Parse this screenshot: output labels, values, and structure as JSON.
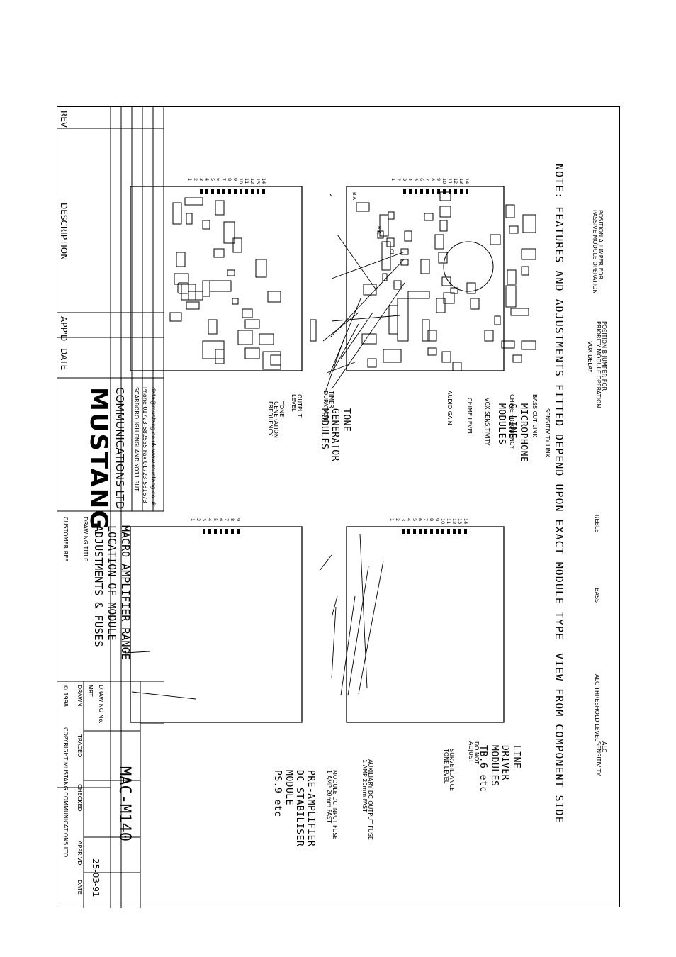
{
  "note": "NOTE:  FEATURES  AND  ADJUSTMENTS  FITTED  DEPEND  UPON  EXACT  MODULE  TYPE",
  "view": "VIEW  FROM  COMPONENT  SIDE",
  "modules": {
    "mic": {
      "title": [
        "MICROPHONE",
        "& LINE",
        "MODULES"
      ],
      "callouts": {
        "jumper_a": [
          "POSITION A JUMPER FOR",
          "PASSIVE MODULE OPERATION"
        ],
        "jumper_b": [
          "POSITION B JUMPER FOR",
          "PRIORITY MODULE OPERATION"
        ],
        "vox_delay": "VOX DELAY",
        "sensitivity_link": "SENSITIVITY LINK",
        "bass_cut_link": "BASS CUT LINK",
        "chime_frequency": "CHIME FREQUENCY",
        "vox_sensitivity": "VOX SENSITIVITY",
        "chime_level": "CHIME LEVEL",
        "audio_gain": "AUDIO GAIN"
      },
      "markers": {
        "a": "B A",
        "b": "B A",
        "c": "C1"
      }
    },
    "line": {
      "title": [
        "LINE",
        "DRIVER",
        "MODULES",
        "TB.6  etc"
      ],
      "callouts": {
        "treble": "TREBLE",
        "bass": "BASS",
        "alc_threshold": "ALC THRESHOLD LEVEL",
        "alc_sensitivity": [
          "ALC",
          "SENSITIVITY"
        ],
        "do_not_adjust": [
          "DO NOT",
          "ADJUST"
        ],
        "surveillance": [
          "SURVEILLANCE",
          "TONE LEVEL"
        ]
      }
    },
    "tone": {
      "title": [
        "TONE",
        "GENERATOR",
        "MODULES"
      ],
      "callouts": {
        "timer": [
          "TIMER",
          "DURATION"
        ],
        "output": [
          "OUTPUT",
          "LEVEL"
        ],
        "tone_freq": [
          "TONE",
          "GENERATION",
          "FREQUENCY"
        ]
      }
    },
    "pre": {
      "title": [
        "PRE-AMPLIFIER",
        "DC STABILISER",
        "MODULE",
        "PS.9  etc"
      ],
      "callouts": {
        "aux_fuse": [
          "AUXILIARY DC OUTPUT FUSE",
          "1 AMP 20mm FAST"
        ],
        "dc_input_fuse": [
          "MODULE DC INPUT FUSE",
          "1 AMP 20mm FAST"
        ]
      }
    }
  },
  "pins14": [
    "14",
    "13",
    "12",
    "11",
    "10",
    "9",
    "8",
    "7",
    "6",
    "5",
    "4",
    "3",
    "2",
    "1"
  ],
  "pins9": [
    "9",
    "8",
    "7",
    "6",
    "5",
    "4",
    "3",
    "2",
    "1"
  ],
  "title_block": {
    "rev": "REV",
    "description": "DESCRIPTION",
    "appd": "APP'D",
    "date": "DATE",
    "company_logo": "MUSTANG",
    "company": "COMMUNICATIONS LTD",
    "address": "SCARBOROUGH  ENGLAND  YO11 3UT",
    "phone": "Phone 01723-582555  Fax 01723-581673",
    "web": "data@mustang.co.uk   www.mustang.co.uk",
    "customer_ref": "CUSTOMER REF",
    "drawing_title_label": "DRAWING TITLE",
    "title_lines": [
      "MACRO  AMPLIFIER  RANGE",
      "LOCATION  OF  MODULE",
      "ADJUSTMENTS  &  FUSES"
    ],
    "copyright": "© 1998",
    "copyright_owner": "COPYRIGHT MUSTANG COMMUNICATIONS LTD",
    "drawn": "DRAWN",
    "drawn_by": "MRT",
    "traced": "TRACED",
    "checked": "CHECKED",
    "apprvd": "APPR'VD",
    "date_label": "DATE",
    "date_value": "25-03-91",
    "drawing_no_label": "DRAWING No.",
    "drawing_no": "MAC-M140"
  }
}
